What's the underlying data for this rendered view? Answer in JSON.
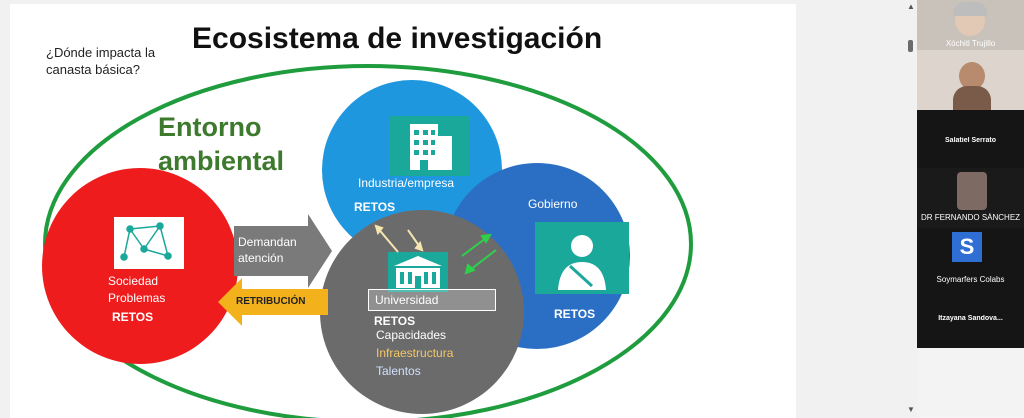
{
  "slide": {
    "title": "Ecosistema de investigación",
    "question_line1": "¿Dónde impacta la",
    "question_line2": "canasta básica?",
    "environment_line1": "Entorno",
    "environment_line2": "ambiental",
    "society": {
      "label1": "Sociedad",
      "label2": "Problemas",
      "retos": "RETOS"
    },
    "industry": {
      "label": "Industria/empresa",
      "retos": "RETOS"
    },
    "government": {
      "label": "Gobierno",
      "retos": "RETOS"
    },
    "university": {
      "label": "Universidad",
      "retos": "RETOS",
      "cap1": "Capacidades",
      "cap2": "Infraestructura",
      "cap3": "Talentos"
    },
    "arrow_demand_line1": "Demandan",
    "arrow_demand_line2": "atención",
    "arrow_retribution": "RETRIBUCIÓN",
    "colors": {
      "red": "#ee1c1c",
      "blue_industry": "#1f97df",
      "blue_government": "#2b6fc4",
      "gray": "#6b6b6b",
      "green": "#1f9c3d",
      "yellow": "#f3b21c",
      "teal": "#1aa89b"
    }
  },
  "participants": [
    {
      "name": "Xóchitl Trujillo"
    },
    {
      "name": "Salatiel Serrato"
    },
    {
      "name": "DR FERNANDO SÁNCHEZ"
    },
    {
      "name": "Soymarfers Colabs",
      "initial": "S"
    },
    {
      "name": "Itzayana  Sandova..."
    }
  ]
}
